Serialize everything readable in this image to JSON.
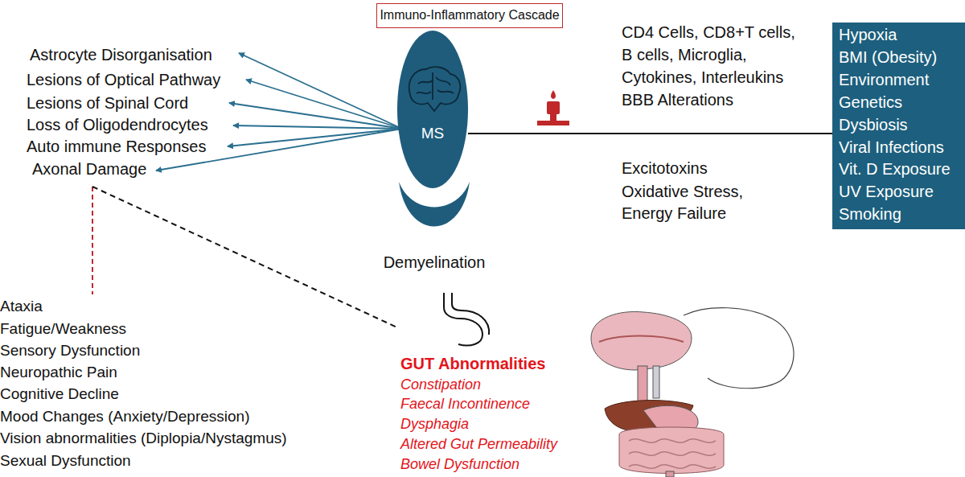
{
  "diagram": {
    "nodes": [
      {
        "text": [
          "Immuno-Inflammatory Cascade"
        ]
      },
      {
        "text": [
          "MS"
        ]
      },
      {
        "text": [
          "Demyelination"
        ]
      },
      {
        "text": [
          "Hypoxia",
          "BMI (Obesity)",
          "Environment",
          "Genetics",
          "Dysbiosis",
          "Viral Infections",
          "Vit. D Exposure",
          "UV Exposure",
          "Smoking"
        ]
      }
    ],
    "edges": [
      {
        "from": 1,
        "to": 3,
        "arrow": "none"
      }
    ],
    "labels": [
      "Astrocyte Disorganisation",
      "Lesions of Optical Pathway",
      "Lesions of Spinal Cord",
      "Loss of Oligodendrocytes",
      "Auto immune Responses",
      "Axonal Damage",
      "CD4 Cells, CD8+T cells,",
      "B cells, Microglia,",
      "Cytokines, Interleukins",
      "BBB Alterations",
      "Excitotoxins",
      "Oxidative Stress,",
      "Energy Failure",
      "Ataxia",
      "Fatigue/Weakness",
      "Sensory Dysfunction",
      "Neuropathic Pain",
      "Cognitive Decline",
      "Mood Changes (Anxiety/Depression)",
      "Vision abnormalities (Diplopia/Nystagmus)",
      "Sexual Dysfunction",
      "GUT Abnormalities",
      "Constipation",
      "Faecal Incontinence",
      "Dysphagia",
      "Altered Gut Permeability",
      "Bowel Dysfunction"
    ]
  }
}
